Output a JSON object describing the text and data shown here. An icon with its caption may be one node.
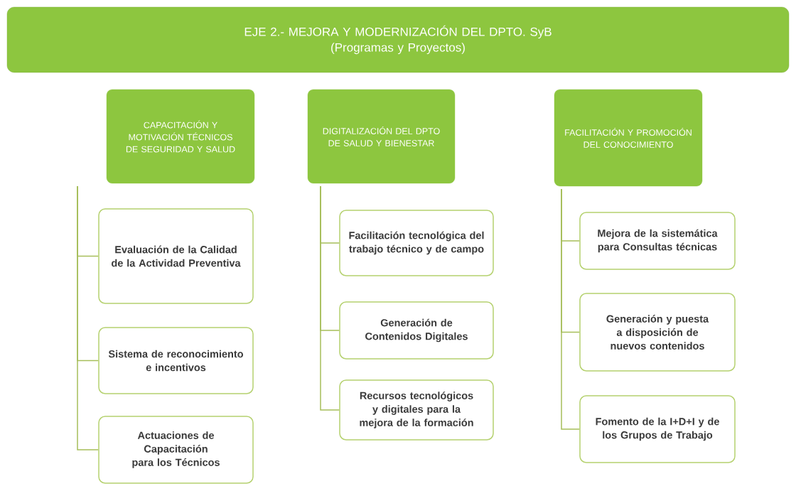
{
  "diagram": {
    "nodes": [
      {
        "text": [
          "EJE 2.- MEJORA Y MODERNIZACIÓN DEL DPTO. SyB",
          "(Programas y Proyectos)"
        ]
      },
      {
        "text": [
          "CAPACITACIÓN Y MOTIVACIÓN TÉCNICOS DE SEGURIDAD Y SALUD"
        ]
      },
      {
        "text": [
          "DIGITALIZACIÓN DEL DPTO DE SALUD Y BIENESTAR"
        ]
      },
      {
        "text": [
          "FACILITACIÓN Y PROMOCIÓN DEL CONOCIMIENTO"
        ]
      },
      {
        "text": [
          "Evaluación de la Calidad de la Actividad Preventiva"
        ]
      },
      {
        "text": [
          "Sistema de reconocimiento e incentivos"
        ]
      },
      {
        "text": [
          "Actuaciones de Capacitación para los Técnicos"
        ]
      },
      {
        "text": [
          "Facilitación tecnológica del trabajo técnico y de campo"
        ]
      },
      {
        "text": [
          "Generación de Contenidos Digitales"
        ]
      },
      {
        "text": [
          "Recursos tecnológicos y digitales para la mejora de la formación"
        ]
      },
      {
        "text": [
          "Mejora de la sistemática para Consultas técnicas"
        ]
      },
      {
        "text": [
          "Generación y puesta a disposición de nuevos contenidos"
        ]
      },
      {
        "text": [
          "Fomento de la I+D+I y de los Grupos de Trabajo"
        ]
      }
    ],
    "edges": [
      {
        "from": 1,
        "to": 4,
        "arrow": "none"
      },
      {
        "from": 1,
        "to": 5,
        "arrow": "none"
      },
      {
        "from": 1,
        "to": 6,
        "arrow": "none"
      },
      {
        "from": 2,
        "to": 7,
        "arrow": "none"
      },
      {
        "from": 2,
        "to": 8,
        "arrow": "none"
      },
      {
        "from": 2,
        "to": 9,
        "arrow": "none"
      },
      {
        "from": 3,
        "to": 10,
        "arrow": "none"
      },
      {
        "from": 3,
        "to": 11,
        "arrow": "none"
      },
      {
        "from": 3,
        "to": 12,
        "arrow": "none"
      }
    ]
  }
}
